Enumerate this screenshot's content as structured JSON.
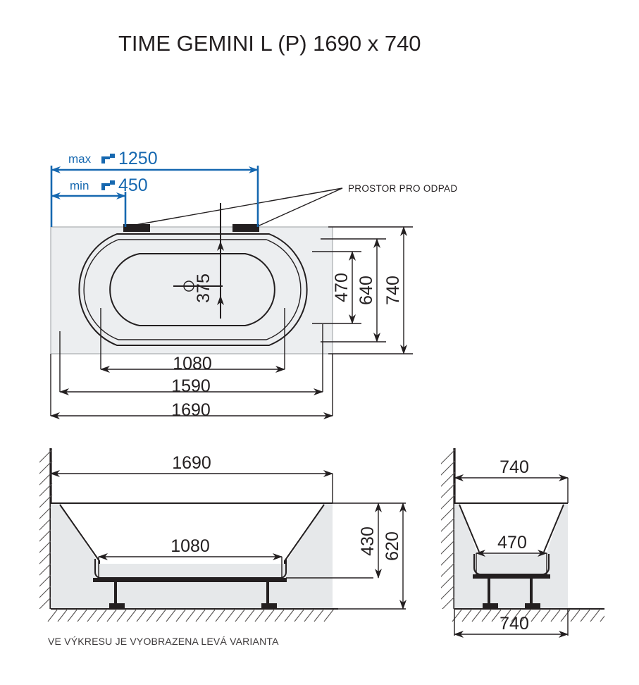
{
  "title": "TIME GEMINI L (P) 1690 x 740",
  "labels": {
    "drain_space": "PROSTOR PRO ODPAD",
    "footnote": "VE VÝKRESU JE VYOBRAZENA LEVÁ VARIANTA"
  },
  "colors": {
    "dimension_blue": "#1668b0",
    "line_black": "#231f20",
    "fill_gray": "#eceef0",
    "background": "#ffffff"
  },
  "tap_dimensions": [
    {
      "prefix": "max",
      "icon": "faucet-icon",
      "value": "1250"
    },
    {
      "prefix": "min",
      "icon": "faucet-icon",
      "value": "450"
    }
  ],
  "views": {
    "top": {
      "name": "top-view",
      "dimensions": {
        "drain_offset": "375",
        "inner_width_1": "470",
        "inner_width_2": "640",
        "outer_width": "740",
        "bottom_length": "1080",
        "mid_length": "1590",
        "total_length": "1690"
      },
      "drain_symbol": "⌀"
    },
    "front": {
      "name": "front-elevation-view",
      "dimensions": {
        "total_length": "1690",
        "base_length": "1080",
        "inner_height": "430",
        "total_height": "620"
      }
    },
    "side": {
      "name": "side-elevation-view",
      "dimensions": {
        "top_width": "740",
        "base_width": "470",
        "bottom_width": "740"
      }
    }
  }
}
